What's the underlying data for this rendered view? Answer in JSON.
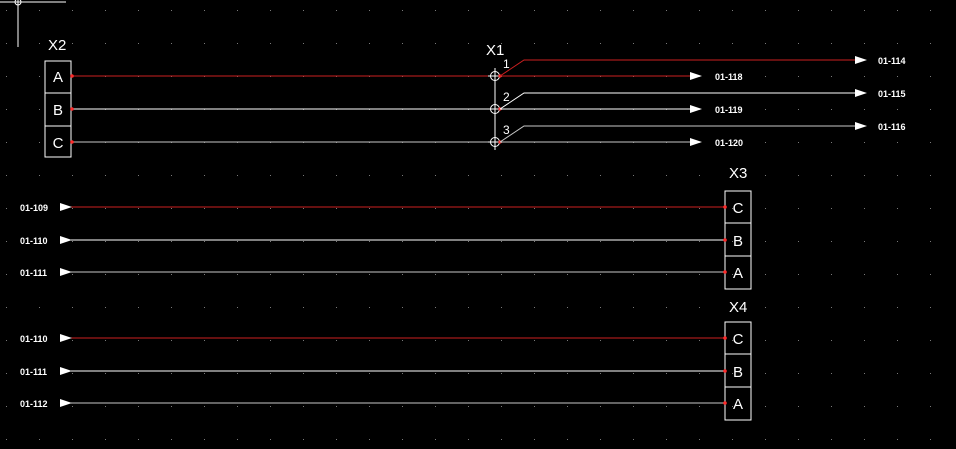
{
  "colors": {
    "background": "#000000",
    "wire_phase_a": "#cc2020",
    "wire_phase_b": "#ffffff",
    "wire_phase_c": "#c8c8c8",
    "grid_dot": "#7a7a7a",
    "symbol": "#ffffff",
    "connection_dot": "#ff2a2a"
  },
  "connectors": {
    "x2": {
      "title": "X2",
      "pins": [
        "A",
        "B",
        "C"
      ]
    },
    "x1": {
      "title": "X1",
      "pins": [
        "1",
        "2",
        "3"
      ]
    },
    "x3": {
      "title": "X3",
      "pins": [
        "C",
        "B",
        "A"
      ]
    },
    "x4": {
      "title": "X4",
      "pins": [
        "C",
        "B",
        "A"
      ]
    }
  },
  "x1_outputs": {
    "near": [
      "01-118",
      "01-119",
      "01-120"
    ],
    "far": [
      "01-114",
      "01-115",
      "01-116"
    ]
  },
  "x3_inputs": [
    "01-109",
    "01-110",
    "01-111"
  ],
  "x4_inputs": [
    "01-110",
    "01-111",
    "01-112"
  ]
}
